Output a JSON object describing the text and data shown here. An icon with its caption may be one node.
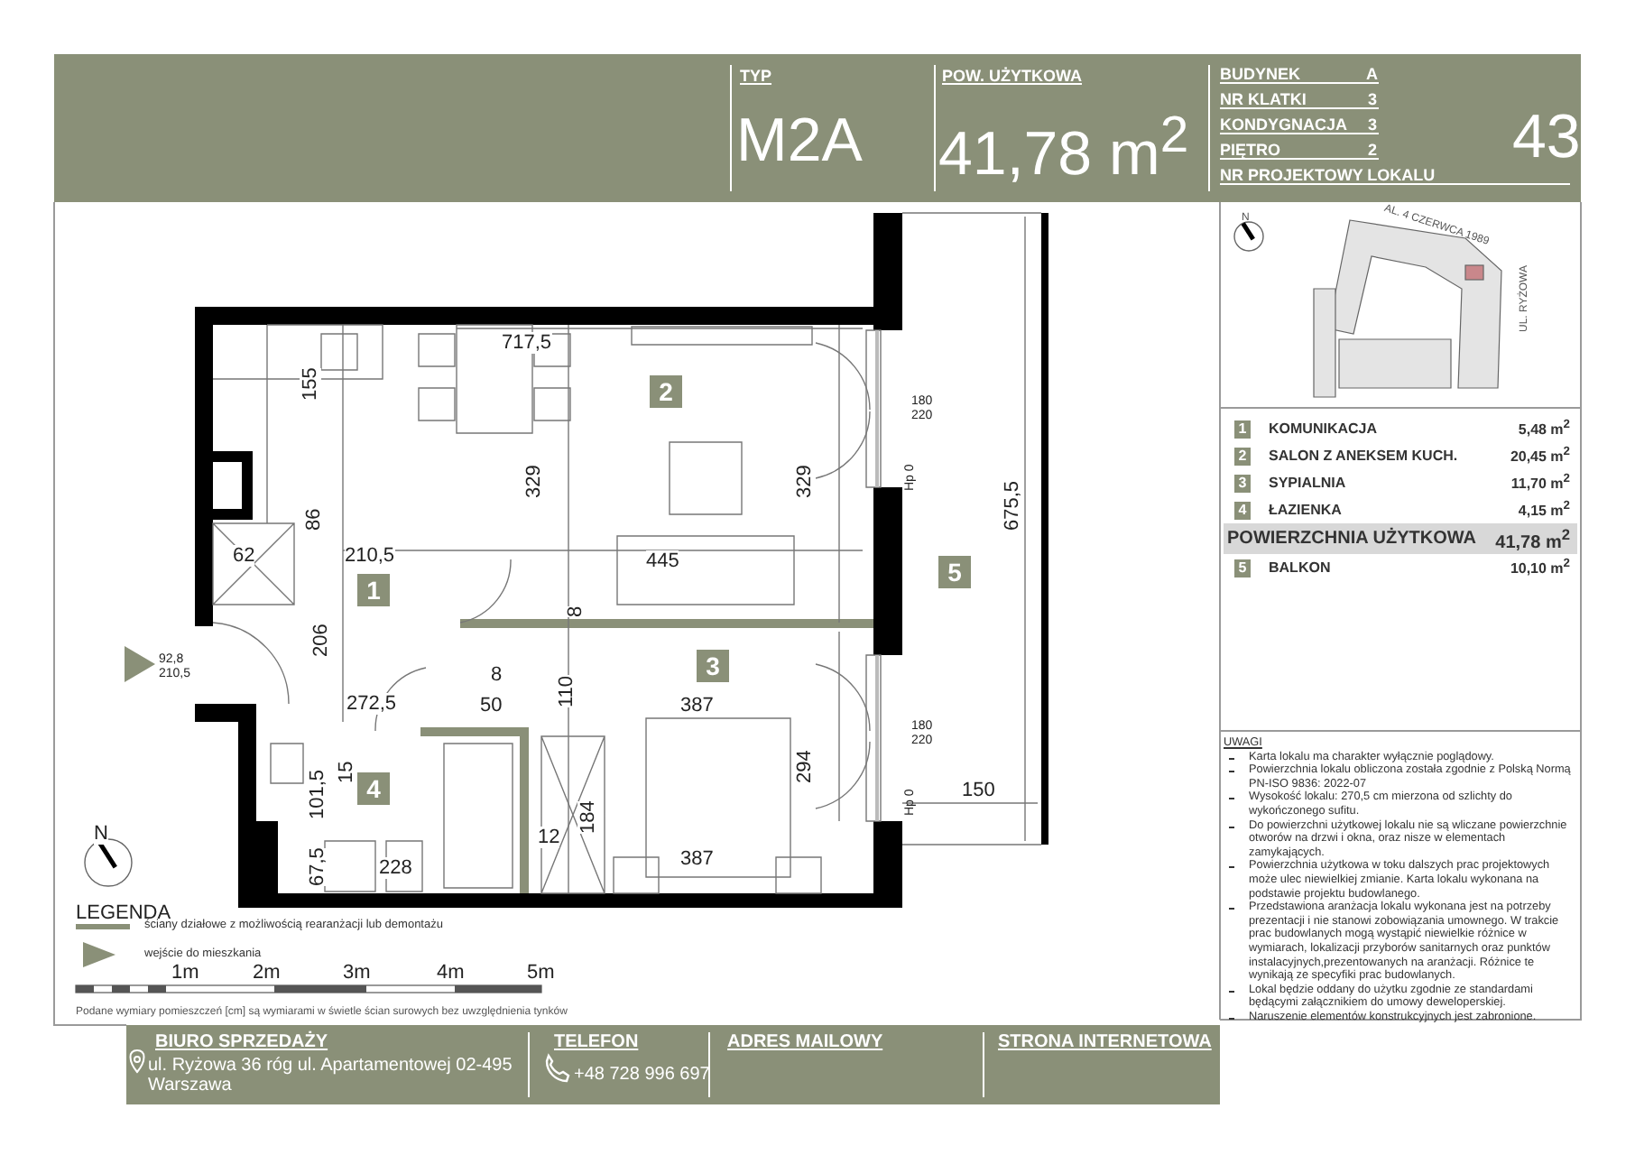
{
  "diagram": {
    "labels": [
      "TYP",
      "M2A",
      "POW. UŻYTKOWA",
      "41,78 m$^{2}$",
      "BUDYNEK",
      "A",
      "NR KLATKI",
      "3",
      "KONDYGNACJA",
      "3",
      "PIĘTRO",
      "2",
      "NR PROJEKTOWY LOKALU",
      "43",
      "717,5",
      "155",
      "329",
      "2",
      "329",
      "180",
      "220",
      "Hp 0",
      "86",
      "62",
      "210,5",
      "1",
      "445",
      "8",
      "5",
      "675,5",
      "206",
      "92,8",
      "210,5",
      "8",
      "272,5",
      "50",
      "110",
      "3",
      "387",
      "180",
      "220",
      "Hp 0",
      "15",
      "294",
      "150",
      "101,5",
      "4",
      "184",
      "12",
      "67,5",
      "228",
      "387",
      "AL. 4 CZERWCA 1989",
      "UL. RYŻOWA",
      "N",
      "1",
      "KOMUNIKACJA",
      "5,48 m$^{2}$",
      "2",
      "SALON Z ANEKSEM KUCH.",
      "20,45 m$^{2}$",
      "3",
      "SYPIALNIA",
      "11,70 m$^{2}$",
      "4",
      "ŁAZIENKA",
      "4,15 m$^{2}$",
      "POWIERZCHNIA UŻYTKOWA",
      "41,78 m$^{2}$",
      "5",
      "BALKON",
      "10,10 m$^{2}$",
      "UWAGI",
      "Karta lokalu ma charakter wyłącznie poglądowy.",
      "Powierzchnia lokalu obliczona została zgodnie z Polską Normą PN-ISO 9836: 2022-07",
      "Wysokość lokalu: 270,5 cm mierzona od szlichty do wykończonego sufitu.",
      "Do powierzchni użytkowej lokalu nie są wliczane powierzchnie otworów na drzwi i okna, oraz nisze w elementach zamykających.",
      "Powierzchnia użytkowa w toku dalszych prac projektowych może ulec niewielkiej zmianie. Karta lokalu wykonana na podstawie projektu budowlanego.",
      "Przedstawiona aranżacja lokalu wykonana jest na potrzeby prezentacji i nie stanowi zobowiązania umownego. W trakcie prac budowlanych mogą wystąpić niewielkie różnice w wymiarach, lokalizacji przyborów sanitarnych oraz punktów instalacyjnych,prezentowanych na aranżacji. Różnice te wynikają ze specyfiki prac budowlanych.",
      "Lokal będzie oddany do użytku zgodnie ze standardami będącymi załącznikiem do umowy deweloperskiej.",
      "Naruszenie elementów konstrukcyjnych jest zabronione.",
      "N",
      "LEGENDA",
      "1m",
      "2m",
      "3m",
      "4m",
      "5m",
      "Podane wymiary pomieszczeń [cm] są wymiarami w świetle ścian surowych bez uwzględnienia tynków",
      "BIURO SPRZEDAŻY",
      "ul. Ryżowa 36 róg ul. Apartamentowej 02-495 Warszawa",
      "TELEFON",
      "+48 728 996 697",
      "ADRES MAILOWY",
      "STRONA INTERNETOWA"
    ],
    "legend": [
      {
        "text": "ściany działowe z możliwością rearanżacji lub demontażu"
      },
      {
        "text": "wejście do mieszkania"
      }
    ]
  }
}
